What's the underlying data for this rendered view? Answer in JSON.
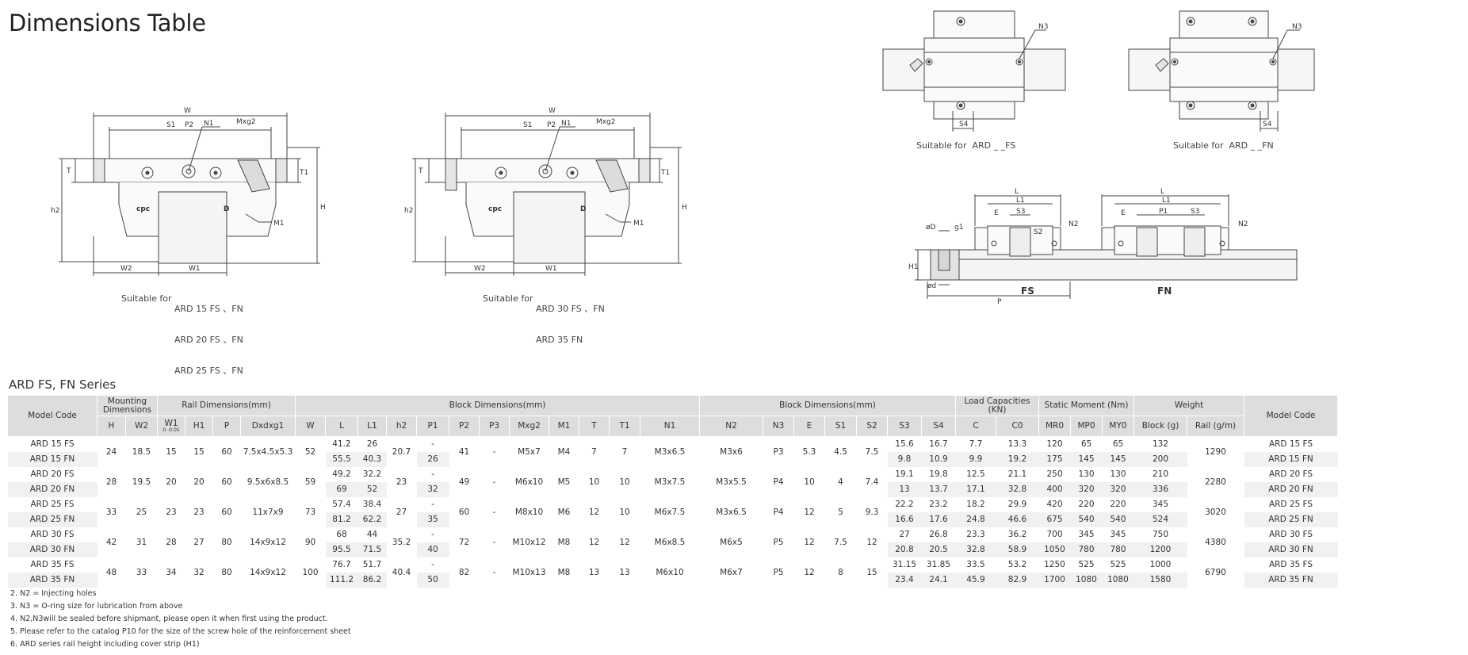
{
  "page_title": "Dimensions Table",
  "drawings": {
    "block_small": {
      "caption_prefix": "Suitable for",
      "caption_lines": [
        "ARD 15 FS 、FN",
        "ARD 20 FS 、FN",
        "ARD 25 FS 、FN"
      ],
      "labels": {
        "W": "W",
        "P2": "P2",
        "Mxg2": "Mxg2",
        "S1": "S1",
        "N1": "N1",
        "T": "T",
        "T1": "T1",
        "h2": "h2",
        "H": "H",
        "M1": "M1",
        "W2": "W2",
        "W1": "W1",
        "logo": "cpc",
        "mark": "D"
      }
    },
    "block_large": {
      "caption_prefix": "Suitable for",
      "caption_lines": [
        "ARD 30 FS 、FN",
        "ARD 35 FN"
      ],
      "labels": {
        "W": "W",
        "P2": "P2",
        "Mxg2": "Mxg2",
        "S1": "S1",
        "N1": "N1",
        "T": "T",
        "T1": "T1",
        "h2": "h2",
        "H": "H",
        "M1": "M1",
        "W2": "W2",
        "W1": "W1",
        "logo": "cpc",
        "mark": "D"
      }
    },
    "top_fs": {
      "caption": "Suitable for  ARD _ _FS",
      "labels": {
        "N3": "N3",
        "S4": "S4"
      }
    },
    "top_fn": {
      "caption": "Suitable for  ARD _ _FN",
      "labels": {
        "N3": "N3",
        "S4": "S4"
      }
    },
    "side": {
      "labels": {
        "L": "L",
        "L1": "L1",
        "E": "E",
        "S3": "S3",
        "S2": "S2",
        "N2": "N2",
        "P1": "P1",
        "oD": "øD",
        "g1": "g1",
        "H1": "H1",
        "od": "ød",
        "P": "P",
        "FS": "FS",
        "FN": "FN"
      }
    }
  },
  "table": {
    "series_title": "ARD FS, FN Series",
    "group_headers": {
      "model_code": "Model Code",
      "mounting": "Mounting Dimensions",
      "rail": "Rail Dimensions(mm)",
      "block1": "Block Dimensions(mm)",
      "block2": "Block Dimensions(mm)",
      "load": "Load Capacities (KN)",
      "moment": "Static Moment (Nm)",
      "weight": "Weight",
      "model_code_right": "Model Code"
    },
    "columns": [
      "H",
      "W2",
      "W1",
      "H1",
      "P",
      "DxdXg1",
      "W",
      "L",
      "L1",
      "h2",
      "P1",
      "P2",
      "P3",
      "Mxg2",
      "M1",
      "T",
      "T1",
      "N1",
      "N2",
      "N3",
      "E",
      "S1",
      "S2",
      "S3",
      "S4",
      "C",
      "C0",
      "MR0",
      "MP0",
      "MY0",
      "Block (g)",
      "Rail (g/m)"
    ],
    "column_labels": {
      "H": "H",
      "W2": "W2",
      "W1": "W1",
      "W1_tol": "0 -0.05",
      "H1": "H1",
      "P": "P",
      "DxdXg1": "Dxdxg1",
      "W": "W",
      "L": "L",
      "L1": "L1",
      "h2": "h2",
      "P1": "P1",
      "P2": "P2",
      "P3": "P3",
      "Mxg2": "Mxg2",
      "M1": "M1",
      "T": "T",
      "T1": "T1",
      "N1": "N1",
      "N2": "N2",
      "N3": "N3",
      "E": "E",
      "S1": "S1",
      "S2": "S2",
      "S3": "S3",
      "S4": "S4",
      "C": "C",
      "C0": "C0",
      "MR0": "MR0",
      "MP0": "MP0",
      "MY0": "MY0",
      "block_g": "Block (g)",
      "rail_gm": "Rail (g/m)"
    },
    "groups": [
      {
        "shared": {
          "H": "24",
          "W2": "18.5",
          "W1": "15",
          "H1": "15",
          "P": "60",
          "DxdXg1": "7.5x4.5x5.3",
          "W": "52",
          "h2": "20.7",
          "P2": "41",
          "P3": "-",
          "Mxg2": "M5x7",
          "M1": "M4",
          "T": "7",
          "T1": "7",
          "N1": "M3x6.5",
          "N2": "M3x6",
          "N3": "P3",
          "E": "5.3",
          "S1": "4.5",
          "S2": "7.5",
          "rail": "1290"
        },
        "rows": [
          {
            "model": "ARD 15 FS",
            "L": "41.2",
            "L1": "26",
            "P1": "-",
            "S3": "15.6",
            "S4": "16.7",
            "C": "7.7",
            "C0": "13.3",
            "MR0": "120",
            "MP0": "65",
            "MY0": "65",
            "block": "132"
          },
          {
            "model": "ARD 15 FN",
            "L": "55.5",
            "L1": "40.3",
            "P1": "26",
            "S3": "9.8",
            "S4": "10.9",
            "C": "9.9",
            "C0": "19.2",
            "MR0": "175",
            "MP0": "145",
            "MY0": "145",
            "block": "200"
          }
        ]
      },
      {
        "shared": {
          "H": "28",
          "W2": "19.5",
          "W1": "20",
          "H1": "20",
          "P": "60",
          "DxdXg1": "9.5x6x8.5",
          "W": "59",
          "h2": "23",
          "P2": "49",
          "P3": "-",
          "Mxg2": "M6x10",
          "M1": "M5",
          "T": "10",
          "T1": "10",
          "N1": "M3x7.5",
          "N2": "M3x5.5",
          "N3": "P4",
          "E": "10",
          "S1": "4",
          "S2": "7.4",
          "rail": "2280"
        },
        "rows": [
          {
            "model": "ARD 20 FS",
            "L": "49.2",
            "L1": "32.2",
            "P1": "-",
            "S3": "19.1",
            "S4": "19.8",
            "C": "12.5",
            "C0": "21.1",
            "MR0": "250",
            "MP0": "130",
            "MY0": "130",
            "block": "210"
          },
          {
            "model": "ARD 20 FN",
            "L": "69",
            "L1": "52",
            "P1": "32",
            "S3": "13",
            "S4": "13.7",
            "C": "17.1",
            "C0": "32.8",
            "MR0": "400",
            "MP0": "320",
            "MY0": "320",
            "block": "336"
          }
        ]
      },
      {
        "shared": {
          "H": "33",
          "W2": "25",
          "W1": "23",
          "H1": "23",
          "P": "60",
          "DxdXg1": "11x7x9",
          "W": "73",
          "h2": "27",
          "P2": "60",
          "P3": "-",
          "Mxg2": "M8x10",
          "M1": "M6",
          "T": "12",
          "T1": "10",
          "N1": "M6x7.5",
          "N2": "M3x6.5",
          "N3": "P4",
          "E": "12",
          "S1": "5",
          "S2": "9.3",
          "rail": "3020"
        },
        "rows": [
          {
            "model": "ARD 25 FS",
            "L": "57.4",
            "L1": "38.4",
            "P1": "-",
            "S3": "22.2",
            "S4": "23.2",
            "C": "18.2",
            "C0": "29.9",
            "MR0": "420",
            "MP0": "220",
            "MY0": "220",
            "block": "345"
          },
          {
            "model": "ARD 25 FN",
            "L": "81.2",
            "L1": "62.2",
            "P1": "35",
            "S3": "16.6",
            "S4": "17.6",
            "C": "24.8",
            "C0": "46.6",
            "MR0": "675",
            "MP0": "540",
            "MY0": "540",
            "block": "524"
          }
        ]
      },
      {
        "shared": {
          "H": "42",
          "W2": "31",
          "W1": "28",
          "H1": "27",
          "P": "80",
          "DxdXg1": "14x9x12",
          "W": "90",
          "h2": "35.2",
          "P2": "72",
          "P3": "-",
          "Mxg2": "M10x12",
          "M1": "M8",
          "T": "12",
          "T1": "12",
          "N1": "M6x8.5",
          "N2": "M6x5",
          "N3": "P5",
          "E": "12",
          "S1": "7.5",
          "S2": "12",
          "rail": "4380"
        },
        "rows": [
          {
            "model": "ARD 30 FS",
            "L": "68",
            "L1": "44",
            "P1": "-",
            "S3": "27",
            "S4": "26.8",
            "C": "23.3",
            "C0": "36.2",
            "MR0": "700",
            "MP0": "345",
            "MY0": "345",
            "block": "750"
          },
          {
            "model": "ARD 30 FN",
            "L": "95.5",
            "L1": "71.5",
            "P1": "40",
            "S3": "20.8",
            "S4": "20.5",
            "C": "32.8",
            "C0": "58.9",
            "MR0": "1050",
            "MP0": "780",
            "MY0": "780",
            "block": "1200"
          }
        ]
      },
      {
        "shared": {
          "H": "48",
          "W2": "33",
          "W1": "34",
          "H1": "32",
          "P": "80",
          "DxdXg1": "14x9x12",
          "W": "100",
          "h2": "40.4",
          "P2": "82",
          "P3": "-",
          "Mxg2": "M10x13",
          "M1": "M8",
          "T": "13",
          "T1": "13",
          "N1": "M6x10",
          "N2": "M6x7",
          "N3": "P5",
          "E": "12",
          "S1": "8",
          "S2": "15",
          "rail": "6790"
        },
        "rows": [
          {
            "model": "ARD 35 FS",
            "L": "76.7",
            "L1": "51.7",
            "P1": "-",
            "S3": "31.15",
            "S4": "31.85",
            "C": "33.5",
            "C0": "53.2",
            "MR0": "1250",
            "MP0": "525",
            "MY0": "525",
            "block": "1000"
          },
          {
            "model": "ARD 35 FN",
            "L": "111.2",
            "L1": "86.2",
            "P1": "50",
            "S3": "23.4",
            "S4": "24.1",
            "C": "45.9",
            "C0": "82.9",
            "MR0": "1700",
            "MP0": "1080",
            "MY0": "1080",
            "block": "1580"
          }
        ]
      }
    ]
  },
  "notes": [
    "2. N2 = Injecting holes",
    "3. N3 = O-ring size for lubrication from above",
    "4. N2,N3will be sealed before shipmant, please open it when first using the product.",
    "5. Please refer to the catalog P10 for the size of the screw hole of the reinforcement sheet",
    "6. ARD series rail height including cover strip (H1)"
  ]
}
